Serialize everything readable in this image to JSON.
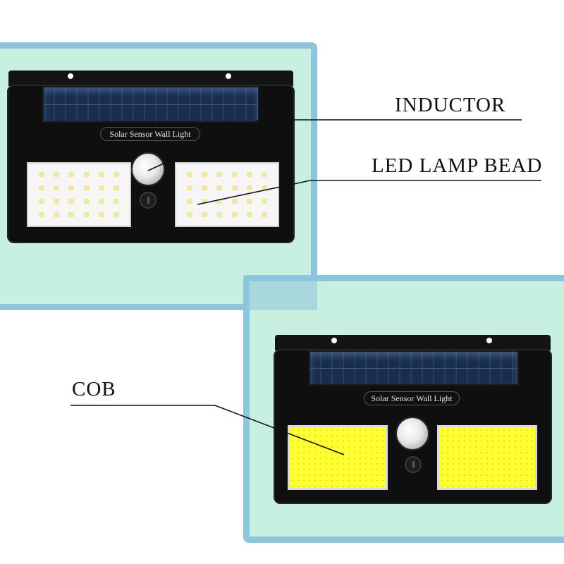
{
  "product": {
    "label_text": "Solar Sensor Wall Light"
  },
  "callouts": {
    "inductor": "INDUCTOR",
    "led_lamp_bead": "LED LAMP BEAD",
    "cob": "COB"
  },
  "colors": {
    "panel_fill": "#c8f0e0",
    "panel_border": "#8ec4dc",
    "cob_yellow": "#ffff33",
    "lamp_body": "#0f0f0f"
  }
}
